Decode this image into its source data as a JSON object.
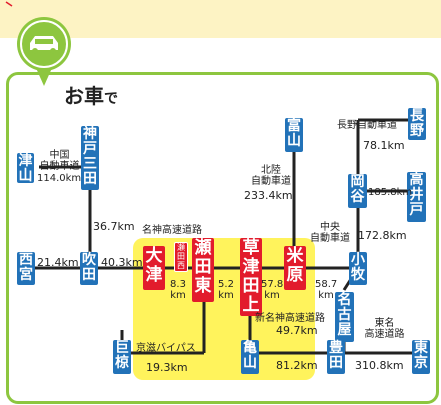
{
  "heading": {
    "main": "お車",
    "suffix": "で"
  },
  "stations": {
    "tsuyama": "津山",
    "kobesanda": "神戸三田",
    "nishinomiya": "西宮",
    "suita": "吹田",
    "otsu": "大津",
    "setanishi": "瀬田西",
    "setahigashi": "瀬田東",
    "kusatsutagami": "草津田上",
    "maibara": "米原",
    "toyama": "富山",
    "okaya": "岡谷",
    "nagano": "長野",
    "takaido": "高井戸",
    "komaki": "小牧",
    "nagoya": "名古屋",
    "toyota": "豊田",
    "tokyo": "東京",
    "kameyama": "亀山",
    "kuri": "巨椋"
  },
  "labels": {
    "chugoku": "中国\n自動車道",
    "chugoku_km": "114.0km",
    "sanda_km": "36.7km",
    "nishinomiya_km": "21.4km",
    "suita_km": "40.3km",
    "meishin": "名神高速道路",
    "seta_km": "8.3\nkm",
    "kusatsu_km": "5.2\nkm",
    "maibara_km": "57.8\nkm",
    "komaki_km": "58.7\nkm",
    "hokuriku": "北陸\n自動車道",
    "hokuriku_km": "233.4km",
    "nagano_road": "長野自動車道",
    "nagano_km": "78.1km",
    "takaido_km": "185.8km",
    "chuo": "中央\n自動車道",
    "chuo_km": "172.8km",
    "shinmeishin": "新名神高速道路",
    "shinmeishin_km": "49.7km",
    "tomei": "東名\n高速道路",
    "tomei_km": "310.8km",
    "keiji": "京滋バイパス",
    "keiji_km": "19.3km",
    "kameyama_km": "81.2km"
  },
  "colors": {
    "route": "#222222",
    "station_blue": "#2272b8",
    "station_red": "#e21b2c",
    "highlight": "#fff35c",
    "frame": "#8dc63f",
    "pin": "#8dc63f"
  },
  "icons": {
    "pin": "car-icon"
  }
}
